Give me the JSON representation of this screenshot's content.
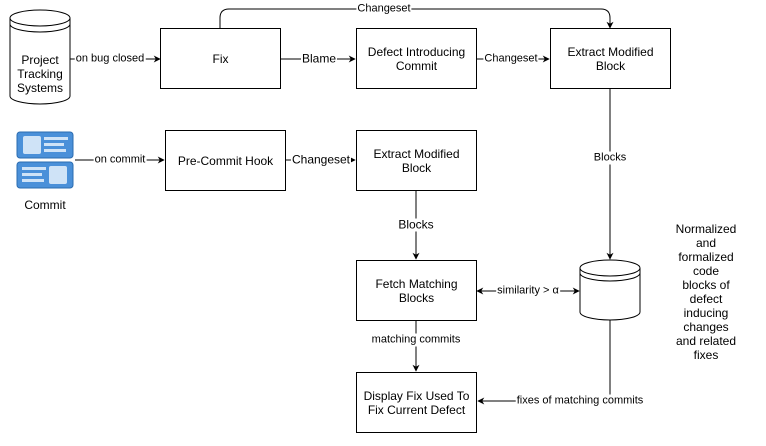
{
  "nodes": {
    "project_tracking": "Project\nTracking\nSystems",
    "fix": "Fix",
    "defect_introducing": "Defect Introducing\nCommit",
    "extract_top": "Extract Modified\nBlock",
    "commit": "Commit",
    "pre_commit": "Pre-Commit Hook",
    "extract_mid": "Extract Modified\nBlock",
    "fetch": "Fetch Matching\nBlocks",
    "display": "Display Fix Used To\nFix Current Defect",
    "db_description": "Normalized\nand formalized code\nblocks of defect\ninducing changes\nand related fixes"
  },
  "edges": {
    "on_bug_closed": "on bug closed",
    "blame": "Blame",
    "changeset_top": "Changeset",
    "changeset_arc": "Changeset",
    "on_commit": "on commit",
    "changeset_mid": "Changeset",
    "blocks_right": "Blocks",
    "blocks_mid": "Blocks",
    "similarity": "similarity > α",
    "matching_commits": "matching commits",
    "fixes_of_matching": "fixes of matching commits"
  }
}
